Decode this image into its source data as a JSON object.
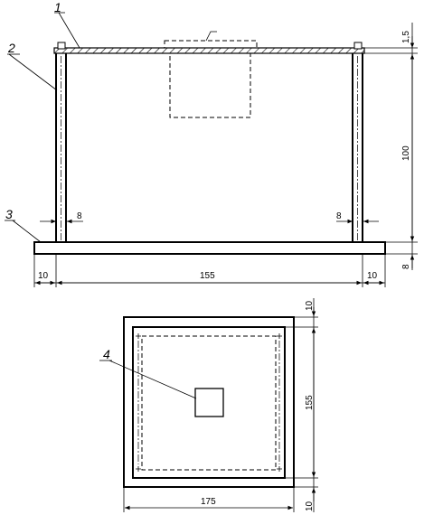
{
  "labels": {
    "part1": "1",
    "part2": "2",
    "part3": "3",
    "part4": "4"
  },
  "dimensions": {
    "top_thickness": "1,5",
    "height": "100",
    "base_thickness": "8",
    "wall_left": "8",
    "wall_right": "8",
    "overhang_left": "10",
    "inner_span": "155",
    "overhang_right": "10",
    "plan_top_margin": "10",
    "plan_inner_side": "155",
    "plan_outer_width": "175",
    "plan_bottom_margin": "10"
  }
}
